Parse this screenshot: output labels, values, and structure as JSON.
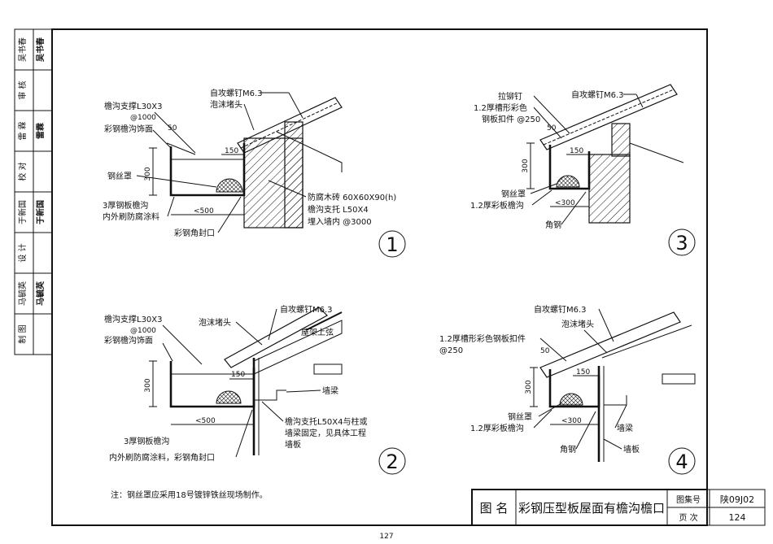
{
  "sidebar": {
    "rows": [
      {
        "label": "吴书春",
        "sig": "吴书春"
      },
      {
        "label": "审 核",
        "sig": ""
      },
      {
        "label": "雷 霖",
        "sig": "雷霖"
      },
      {
        "label": "校 对",
        "sig": ""
      },
      {
        "label": "于新国",
        "sig": "于新国"
      },
      {
        "label": "设 计",
        "sig": ""
      },
      {
        "label": "马毓英",
        "sig": "马毓英"
      },
      {
        "label": "制 图",
        "sig": ""
      }
    ]
  },
  "details": {
    "d1": {
      "number": "1",
      "labels": {
        "gutter_support": "檐沟支撑L30X3",
        "spacing": "@1000",
        "gutter_trim": "彩钢檐沟饰面",
        "screw": "自攻螺钉M6.3",
        "foam": "泡沫堵头",
        "dim50": "50",
        "dim150": "150",
        "dim300": "300",
        "mesh": "钢丝罩",
        "gutter1": "3厚钢板檐沟",
        "gutter2": "内外刷防腐涂料",
        "dim500": "<500",
        "corner": "彩钢角封口",
        "wood": "防腐木砖 60X60X90(h)",
        "bracket": "檐沟支托 L50X4",
        "embed": "埋入墙内 @3000"
      }
    },
    "d2": {
      "number": "2",
      "labels": {
        "gutter_support": "檐沟支撑L30X3",
        "spacing": "@1000",
        "gutter_trim": "彩钢檐沟饰面",
        "screw": "自攻螺钉M6.3",
        "foam": "泡沫堵头",
        "truss": "屋架上弦",
        "dim300": "300",
        "dim150": "150",
        "beam": "墙梁",
        "bracket": "檐沟支托L50X4与柱或",
        "bracket2": "墙梁固定，见具体工程",
        "board": "墙板",
        "gutter1": "3厚钢板檐沟",
        "gutter2": "内外刷防腐涂料，彩钢角封口",
        "dim500": "<500"
      }
    },
    "d3": {
      "number": "3",
      "labels": {
        "rivet": "拉铆钉",
        "clip1": "1.2厚槽形彩色",
        "clip2": "钢板扣件 @250",
        "screw": "自攻螺钉M6.3",
        "dim50": "50",
        "dim150": "150",
        "dim300": "300",
        "mesh": "钢丝罩",
        "gutter": "1.2厚彩板檐沟",
        "dim300b": "<300",
        "angle": "角钢"
      }
    },
    "d4": {
      "number": "4",
      "labels": {
        "screw": "自攻螺钉M6.3",
        "foam": "泡沫堵头",
        "clip1": "1.2厚槽形彩色钢板扣件",
        "clip2": "@250",
        "dim50": "50",
        "dim150": "150",
        "dim300": "300",
        "mesh": "钢丝罩",
        "gutter": "1.2厚彩板檐沟",
        "dim300b": "<300",
        "beam": "墙梁",
        "angle": "角钢",
        "board": "墙板"
      }
    }
  },
  "note": "注：钢丝罩应采用18号镀锌铁丝现场制作。",
  "title_block": {
    "name_label": "图 名",
    "name": "彩钢压型板屋面有檐沟檐口",
    "atlas_label": "图集号",
    "atlas": "陕09J02",
    "page_label": "页 次",
    "page": "124"
  },
  "page_number": "127"
}
